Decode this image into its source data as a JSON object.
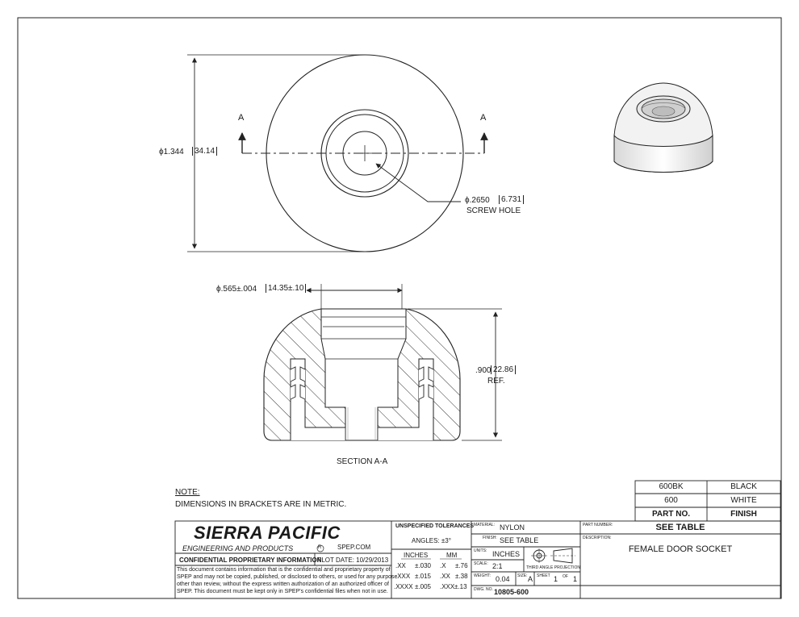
{
  "drawing": {
    "view_top": {
      "diameter_label": "ϕ1.344",
      "diameter_metric": "34.14",
      "hole_label": "ϕ.2650",
      "hole_metric": "6.731",
      "hole_note": "SCREW HOLE",
      "section_marker": "A"
    },
    "view_section": {
      "bore_label": "ϕ.565±.004",
      "bore_metric": "14.35±.10",
      "height_label": ".900",
      "height_metric": "22.86",
      "height_note": "REF.",
      "caption": "SECTION A-A"
    },
    "notes": {
      "heading": "NOTE:",
      "text": "DIMENSIONS IN BRACKETS ARE IN METRIC."
    }
  },
  "parts_table": {
    "header": {
      "part": "PART NO.",
      "finish": "FINISH"
    },
    "rows": [
      {
        "part": "600BK",
        "finish": "BLACK"
      },
      {
        "part": "600",
        "finish": "WHITE"
      }
    ]
  },
  "title_block": {
    "company": "SIERRA PACIFIC",
    "company_sub": "ENGINEERING AND PRODUCTS",
    "registered": "R",
    "website": "SPEP.COM",
    "confidential_title": "CONFIDENTIAL PROPRIETARY INFORMATION",
    "plot_date": "PLOT DATE: 10/29/2013",
    "confidential_text": [
      "This document contains information that is the confidential and proprietary property of",
      "SPEP and may not be copied, published, or disclosed to others, or used for any purpose",
      "other than review, without the express written authorization of an authorized officer of",
      "SPEP. This document must be kept only in SPEP's confidential files when not in use."
    ],
    "tolerances": {
      "title": "UNSPECIFIED TOLERANCES",
      "angles": "ANGLES: ±3°",
      "inches_header": "INCHES",
      "mm_header": "MM",
      "rows": [
        {
          "in_fmt": ".XX",
          "in_val": "±.030",
          "mm_fmt": ".X",
          "mm_val": "±.76"
        },
        {
          "in_fmt": ".XXX",
          "in_val": "±.015",
          "mm_fmt": ".XX",
          "mm_val": "±.38"
        },
        {
          "in_fmt": ".XXXX",
          "in_val": "±.005",
          "mm_fmt": ".XXX",
          "mm_val": "±.13"
        }
      ]
    },
    "material_label": "MATERIAL:",
    "material": "NYLON",
    "finish_label": "FINISH:",
    "finish": "SEE TABLE",
    "units_label": "UNITS:",
    "units": "INCHES",
    "scale_label": "SCALE:",
    "scale": "2:1",
    "projection": "THIRD ANGLE PROJECTION",
    "weight_label": "WEIGHT:",
    "weight": "0.04",
    "size_label": "SIZE:",
    "size": "A",
    "sheet_label": "SHEET",
    "sheet": "1",
    "of_label": "OF",
    "sheet_total": "1",
    "dwg_label": "DWG. NO.",
    "dwg_no": "10805-600",
    "part_number_label": "PART NUMBER:",
    "part_number": "SEE TABLE",
    "description_label": "DESCRIPTION:",
    "description": "FEMALE DOOR SOCKET"
  }
}
